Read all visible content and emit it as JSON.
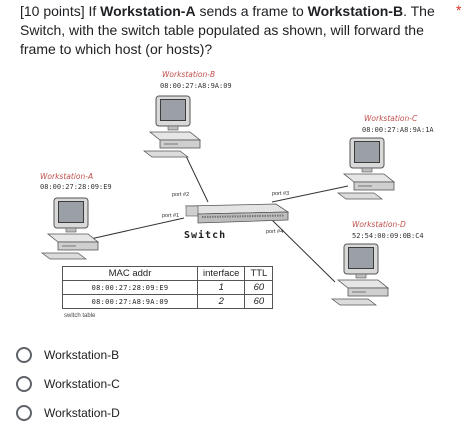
{
  "question": {
    "prefix": "[10 points]  If ",
    "src": "Workstation-A",
    "mid": " sends a frame to ",
    "dst": "Workstation-B",
    "suffix": ". The Switch, with the switch table populated as shown, will forward the frame to which host (or hosts)?",
    "required_mark": "*"
  },
  "diagram": {
    "workstations": [
      {
        "name": "Workstation-A",
        "mac": "08:00:27:28:09:E9"
      },
      {
        "name": "Workstation-B",
        "mac": "08:00:27:A8:9A:09"
      },
      {
        "name": "Workstation-C",
        "mac": "08:00:27:A8:9A:1A"
      },
      {
        "name": "Workstation-D",
        "mac": "52:54:00:09:0B:C4"
      }
    ],
    "ports": [
      "port #1",
      "port #2",
      "port #3",
      "port #4"
    ],
    "switch_label": "Switch",
    "colors": {
      "name_text": "#c0504d",
      "cable": "#333333"
    }
  },
  "switch_table": {
    "headers": [
      "MAC addr",
      "interface",
      "TTL"
    ],
    "rows": [
      {
        "mac": "08:00:27:28:09:E9",
        "interface": "1",
        "ttl": "60"
      },
      {
        "mac": "08:00:27:A8:9A:09",
        "interface": "2",
        "ttl": "60"
      }
    ],
    "caption": "switch table"
  },
  "options": [
    {
      "label": "Workstation-B"
    },
    {
      "label": "Workstation-C"
    },
    {
      "label": "Workstation-D"
    }
  ]
}
